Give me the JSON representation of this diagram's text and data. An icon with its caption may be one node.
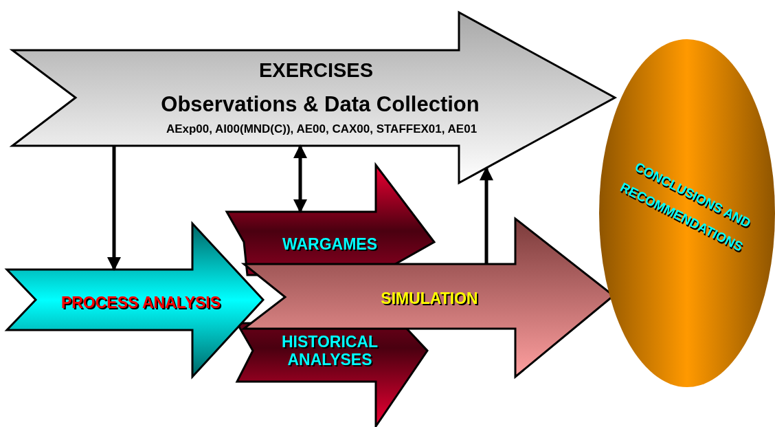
{
  "diagram": {
    "nodes": [
      {
        "text": [
          "EXERCISES",
          "Observations & Data Collection",
          "AExp00, AI00(MND(C)), AE00, CAX00, STAFFEX01, AE01"
        ]
      },
      {
        "text": [
          "PROCESS ANALYSIS"
        ]
      },
      {
        "text": [
          "WARGAMES"
        ]
      },
      {
        "text": [
          "HISTORICAL ANALYSES"
        ]
      },
      {
        "text": [
          "SIMULATION"
        ]
      },
      {
        "text": [
          "CONCLUSIONS AND RECOMMENDATIONS"
        ]
      }
    ],
    "edges": [
      {
        "from": 0,
        "to": 1,
        "arrow": "to"
      },
      {
        "from": 0,
        "to": 2,
        "arrow": "both"
      },
      {
        "from": 4,
        "to": 0,
        "arrow": "to"
      }
    ]
  }
}
